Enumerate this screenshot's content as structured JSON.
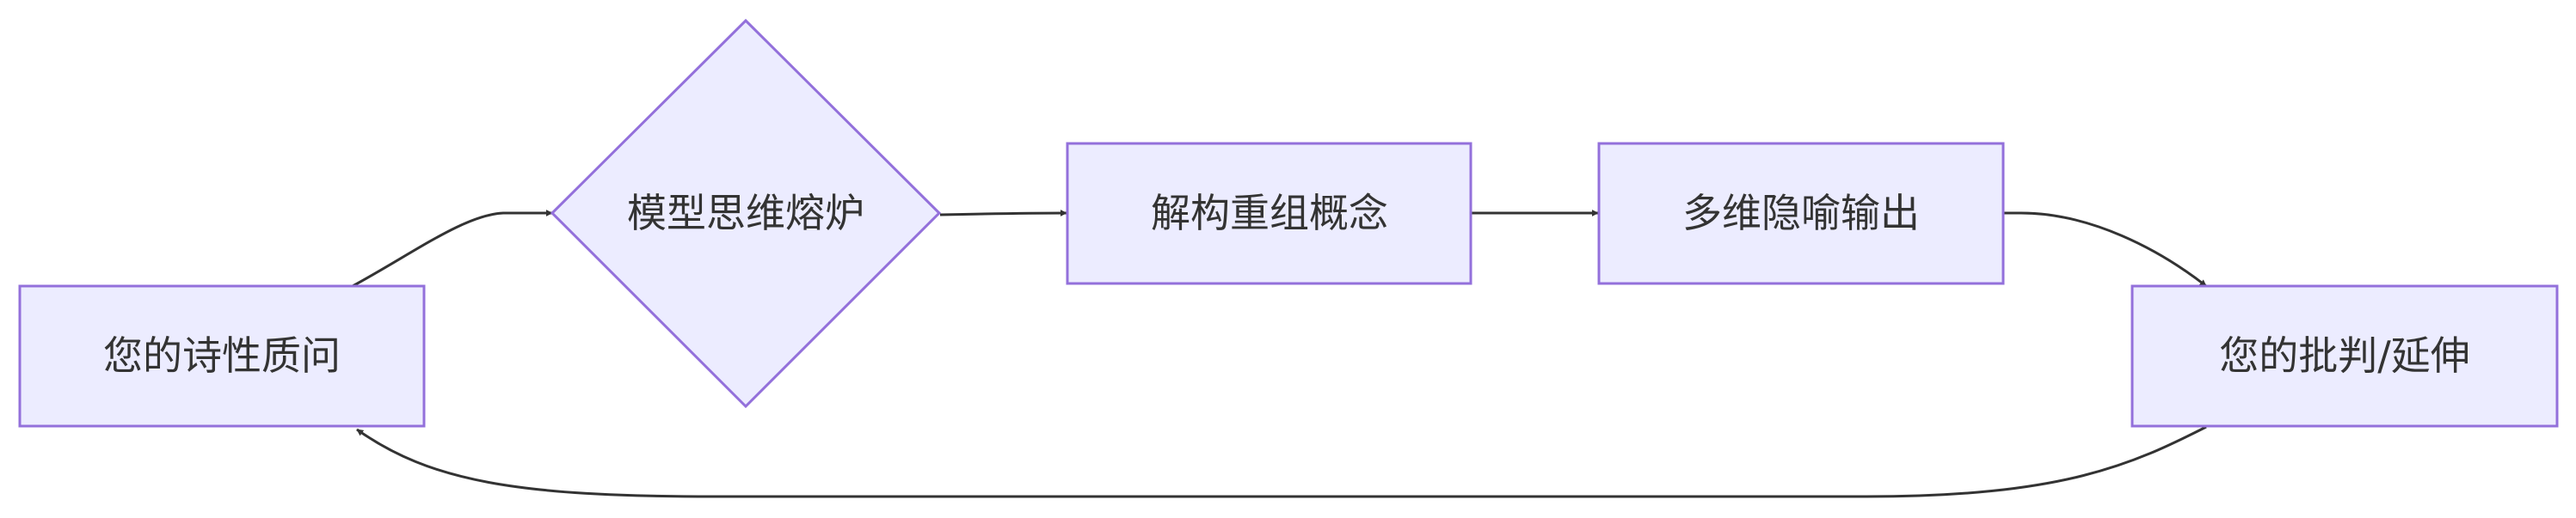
{
  "diagram": {
    "type": "flowchart",
    "colors": {
      "node_fill": "#ECECFF",
      "node_stroke": "#9370DB",
      "edge": "#333333",
      "text": "#333333"
    },
    "nodes": {
      "question": {
        "label": "您的诗性质问",
        "shape": "rectangle"
      },
      "furnace": {
        "label": "模型思维熔炉",
        "shape": "diamond"
      },
      "deconstruct": {
        "label": "解构重组概念",
        "shape": "rectangle"
      },
      "metaphor": {
        "label": "多维隐喻输出",
        "shape": "rectangle"
      },
      "critique": {
        "label": "您的批判/延伸",
        "shape": "rectangle"
      }
    },
    "edges": [
      {
        "from": "question",
        "to": "furnace"
      },
      {
        "from": "furnace",
        "to": "deconstruct"
      },
      {
        "from": "deconstruct",
        "to": "metaphor"
      },
      {
        "from": "metaphor",
        "to": "critique"
      },
      {
        "from": "critique",
        "to": "question"
      }
    ]
  }
}
